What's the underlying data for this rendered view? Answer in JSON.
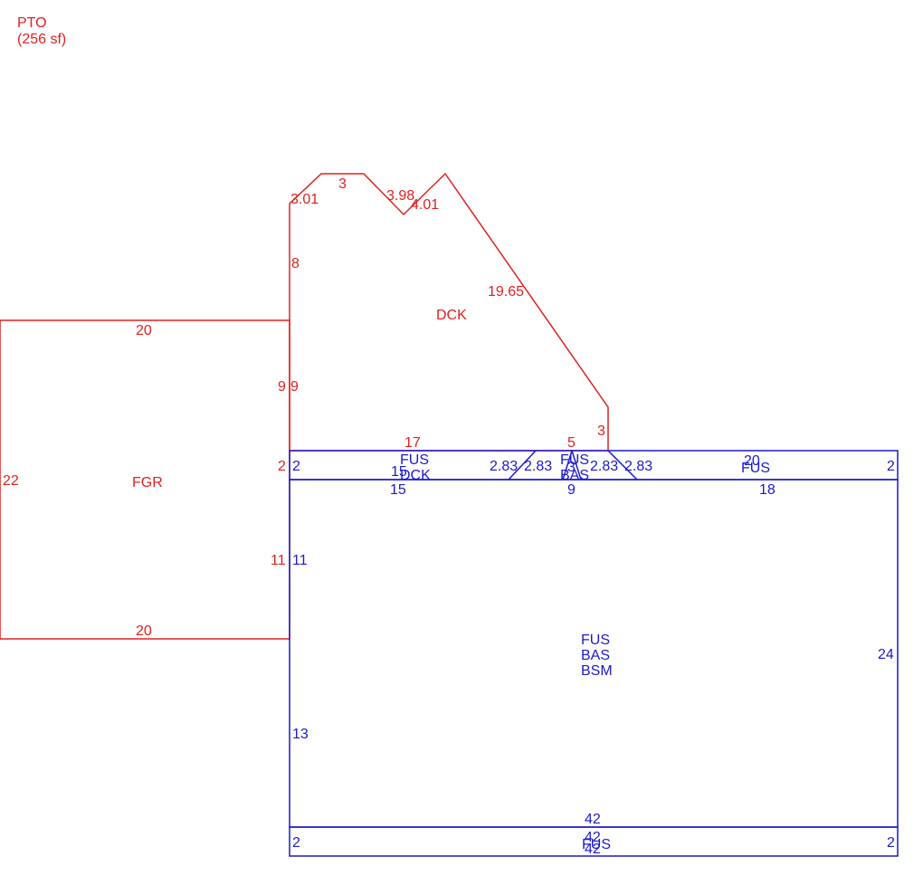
{
  "pto": {
    "code": "PTO",
    "area": "(256 sf)"
  },
  "colors": {
    "red": "#e02020",
    "blue": "#1a1acc"
  },
  "areas": {
    "dck": "DCK",
    "fgr": "FGR",
    "porch_left": [
      "FUS",
      "DCK"
    ],
    "porch_mid": [
      "FUS",
      "BAS"
    ],
    "porch_right": "FUS",
    "main": [
      "FUS",
      "BAS",
      "BSM"
    ],
    "bottom": "FUS"
  },
  "dims": {
    "dck_left_diag": "3.01",
    "dck_top": "3",
    "dck_notch_left": "3.98",
    "dck_notch_right": "4.01",
    "dck_left_upper": "8",
    "dck_long_diag": "19.65",
    "dck_left_lower": "9",
    "dck_right": "3",
    "dck_bottom_left": "17",
    "dck_bottom_right": "5",
    "fgr_top": "20",
    "fgr_left": "22",
    "fgr_right_a": "9",
    "fgr_right_b": "2",
    "fgr_right_c": "11",
    "fgr_bottom": "20",
    "porch_left_side": "2",
    "porch_top_left": "15",
    "porch_bottom_left": "15",
    "porch_diag_1": "2.83",
    "porch_diag_2": "2.83",
    "porch_diag_3": "2.83",
    "porch_diag_4": "2.83",
    "porch_mid_top": "3",
    "porch_mid_bottom": "9",
    "porch_top_right": "20",
    "porch_bottom_right": "18",
    "porch_right_side": "2",
    "main_left_upper": "11",
    "main_left_lower": "13",
    "main_right": "24",
    "main_bottom": "42",
    "bottom_top": "42",
    "bottom_bottom": "42",
    "bottom_left": "2",
    "bottom_right": "2"
  }
}
